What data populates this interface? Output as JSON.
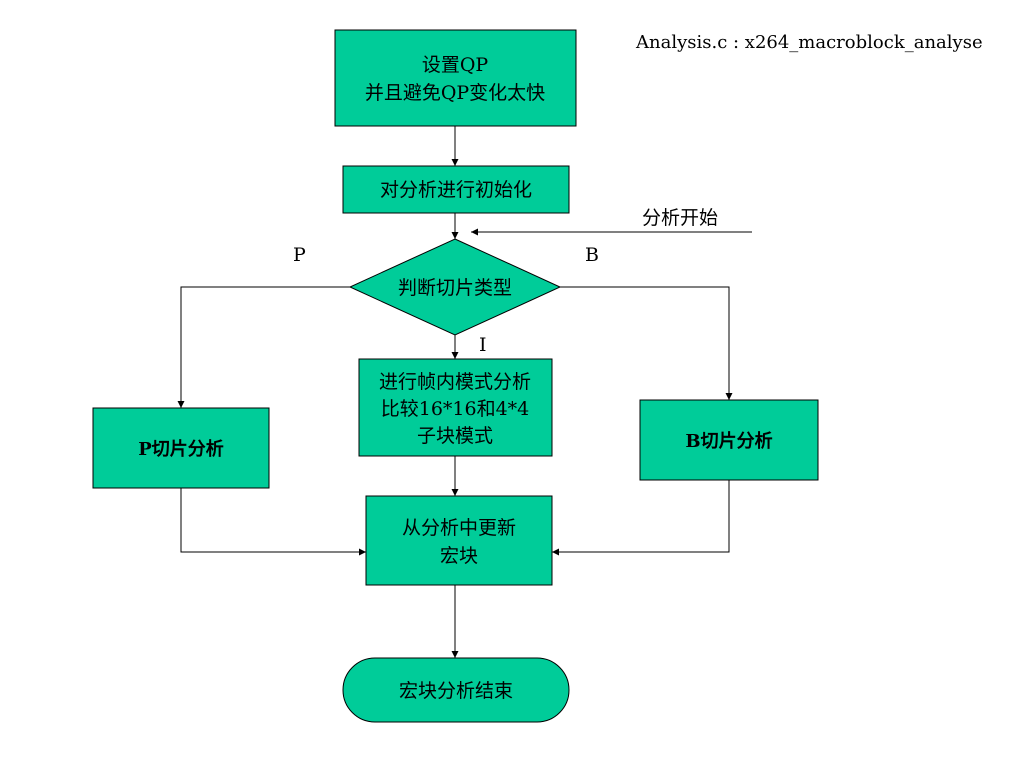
{
  "header": {
    "text": "Analysis.c : x264_macroblock_analyse"
  },
  "nodes": {
    "set_qp": {
      "line1": "设置QP",
      "line2": "并且避免QP变化太快"
    },
    "init": {
      "label": "对分析进行初始化"
    },
    "decision": {
      "label": "判断切片类型"
    },
    "intra": {
      "line1": "进行帧内模式分析",
      "line2": "比较16*16和4*4",
      "line3": "子块模式"
    },
    "p_slice": {
      "label": "P切片分析"
    },
    "b_slice": {
      "label": "B切片分析"
    },
    "update": {
      "line1": "从分析中更新",
      "line2": "宏块"
    },
    "end": {
      "label": "宏块分析结束"
    }
  },
  "edge_labels": {
    "start": "分析开始",
    "p": "P",
    "b": "B",
    "i": "I"
  }
}
